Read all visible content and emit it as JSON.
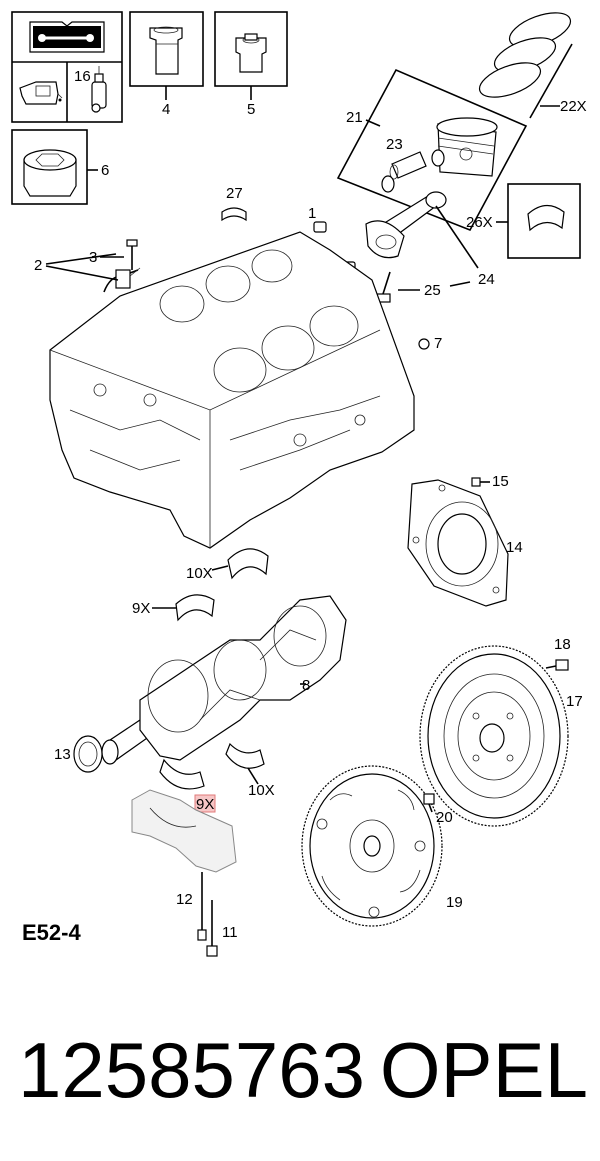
{
  "callouts": {
    "c1": "1",
    "c2": "2",
    "c3": "3",
    "c4": "4",
    "c5": "5",
    "c6": "6",
    "c7": "7",
    "c8": "8",
    "c9x_upper": "9X",
    "c9x_lower": "9X",
    "c10x_upper": "10X",
    "c10x_lower": "10X",
    "c11": "11",
    "c12": "12",
    "c13": "13",
    "c14": "14",
    "c15": "15",
    "c16": "16",
    "c17": "17",
    "c18": "18",
    "c19": "19",
    "c20": "20",
    "c21": "21",
    "c22x": "22X",
    "c23": "23",
    "c24": "24",
    "c25": "25",
    "c26x": "26X",
    "c27": "27"
  },
  "section_code": "E52-4",
  "footer": {
    "part_number": "12585763",
    "brand": "OPEL"
  },
  "colors": {
    "highlight": "#f6c6c6",
    "line": "#000000"
  }
}
